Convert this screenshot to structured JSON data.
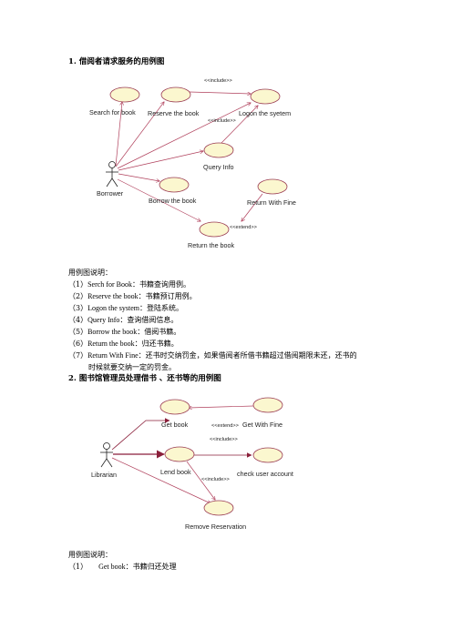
{
  "section1": {
    "title": "1. 借阅者请求服务的用例图",
    "diagram": {
      "actor": "Borrower",
      "use_cases": {
        "search": "Search for book",
        "reserve": "Reserve the book",
        "logon": "Logon the syetem",
        "query": "Query Info",
        "borrow": "Borrow the book",
        "fine": "Return With Fine",
        "return": "Return the book"
      },
      "stereotypes": {
        "include_top": "<<include>>",
        "include_mid": "<<include>>",
        "extend": "<<extend>>"
      }
    },
    "desc_title": "用例图说明：",
    "items": [
      {
        "num": "（1）",
        "name": "Serch for Book：",
        "text": "书籍查询用例。"
      },
      {
        "num": "（2）",
        "name": "Reserve the book：",
        "text": "书籍预订用例。"
      },
      {
        "num": "（3）",
        "name": "Logon the system：",
        "text": "登陆系统。"
      },
      {
        "num": "（4）",
        "name": "Query Info：",
        "text": "查询借阅信息。"
      },
      {
        "num": "（5）",
        "name": "Borrow the book：",
        "text": "借阅书籍。"
      },
      {
        "num": "（6）",
        "name": "Return the book：",
        "text": "归还书籍。"
      },
      {
        "num": "（7）",
        "name": "Return With Fine：",
        "text": "还书时交纳罚金，如果借阅者所借书籍超过借阅期限未还，还书的"
      }
    ],
    "item7_cont": "时候就要交纳一定的罚金。"
  },
  "section2": {
    "title": "2. 图书馆管理员处理借书 、还书等的用例图",
    "diagram": {
      "actor": "Librarian",
      "use_cases": {
        "get": "Get book",
        "fine": "Get With Fine",
        "lend": "Lend book",
        "check": "check user account",
        "remove": "Remove Reservation"
      },
      "stereotypes": {
        "extend": "<<extend>>",
        "include_top": "<<include>>",
        "include_bottom": "<<include>>"
      }
    },
    "desc_title": "用例图说明：",
    "items": [
      {
        "num": "（1）",
        "name": "Get book：",
        "text": "书籍归还处理"
      }
    ]
  },
  "colors": {
    "usecase_fill": "#fbf7cf",
    "usecase_stroke": "#9a3a52",
    "arrow": "#b0405c",
    "line": "#8a1f3a"
  }
}
